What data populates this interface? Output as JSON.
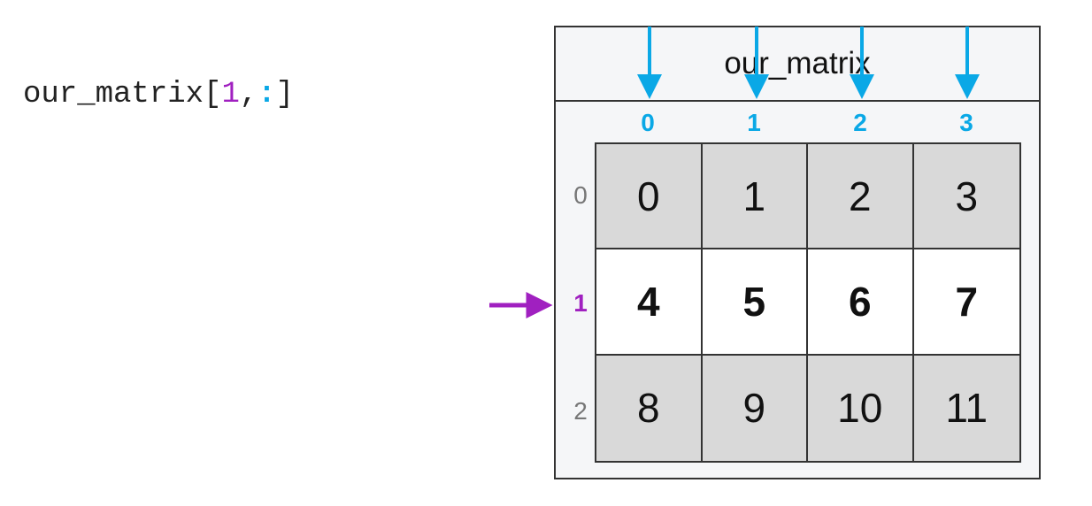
{
  "code": {
    "name": "our_matrix",
    "open": "[",
    "row": "1",
    "sep": ",",
    "col": ":",
    "close": "]"
  },
  "matrix": {
    "title": "our_matrix",
    "col_indices": [
      "0",
      "1",
      "2",
      "3"
    ],
    "row_indices": [
      "0",
      "1",
      "2"
    ],
    "rows": [
      [
        "0",
        "1",
        "2",
        "3"
      ],
      [
        "4",
        "5",
        "6",
        "7"
      ],
      [
        "8",
        "9",
        "10",
        "11"
      ]
    ],
    "selected_row": 1
  },
  "colors": {
    "row_highlight": "#a020c0",
    "col_highlight": "#0aa8e6",
    "cell_fill": "#d9d9d9",
    "panel_bg": "#f5f6f8"
  },
  "icons": {
    "column_arrows": "arrow-down-icon",
    "row_arrow": "arrow-right-icon"
  }
}
